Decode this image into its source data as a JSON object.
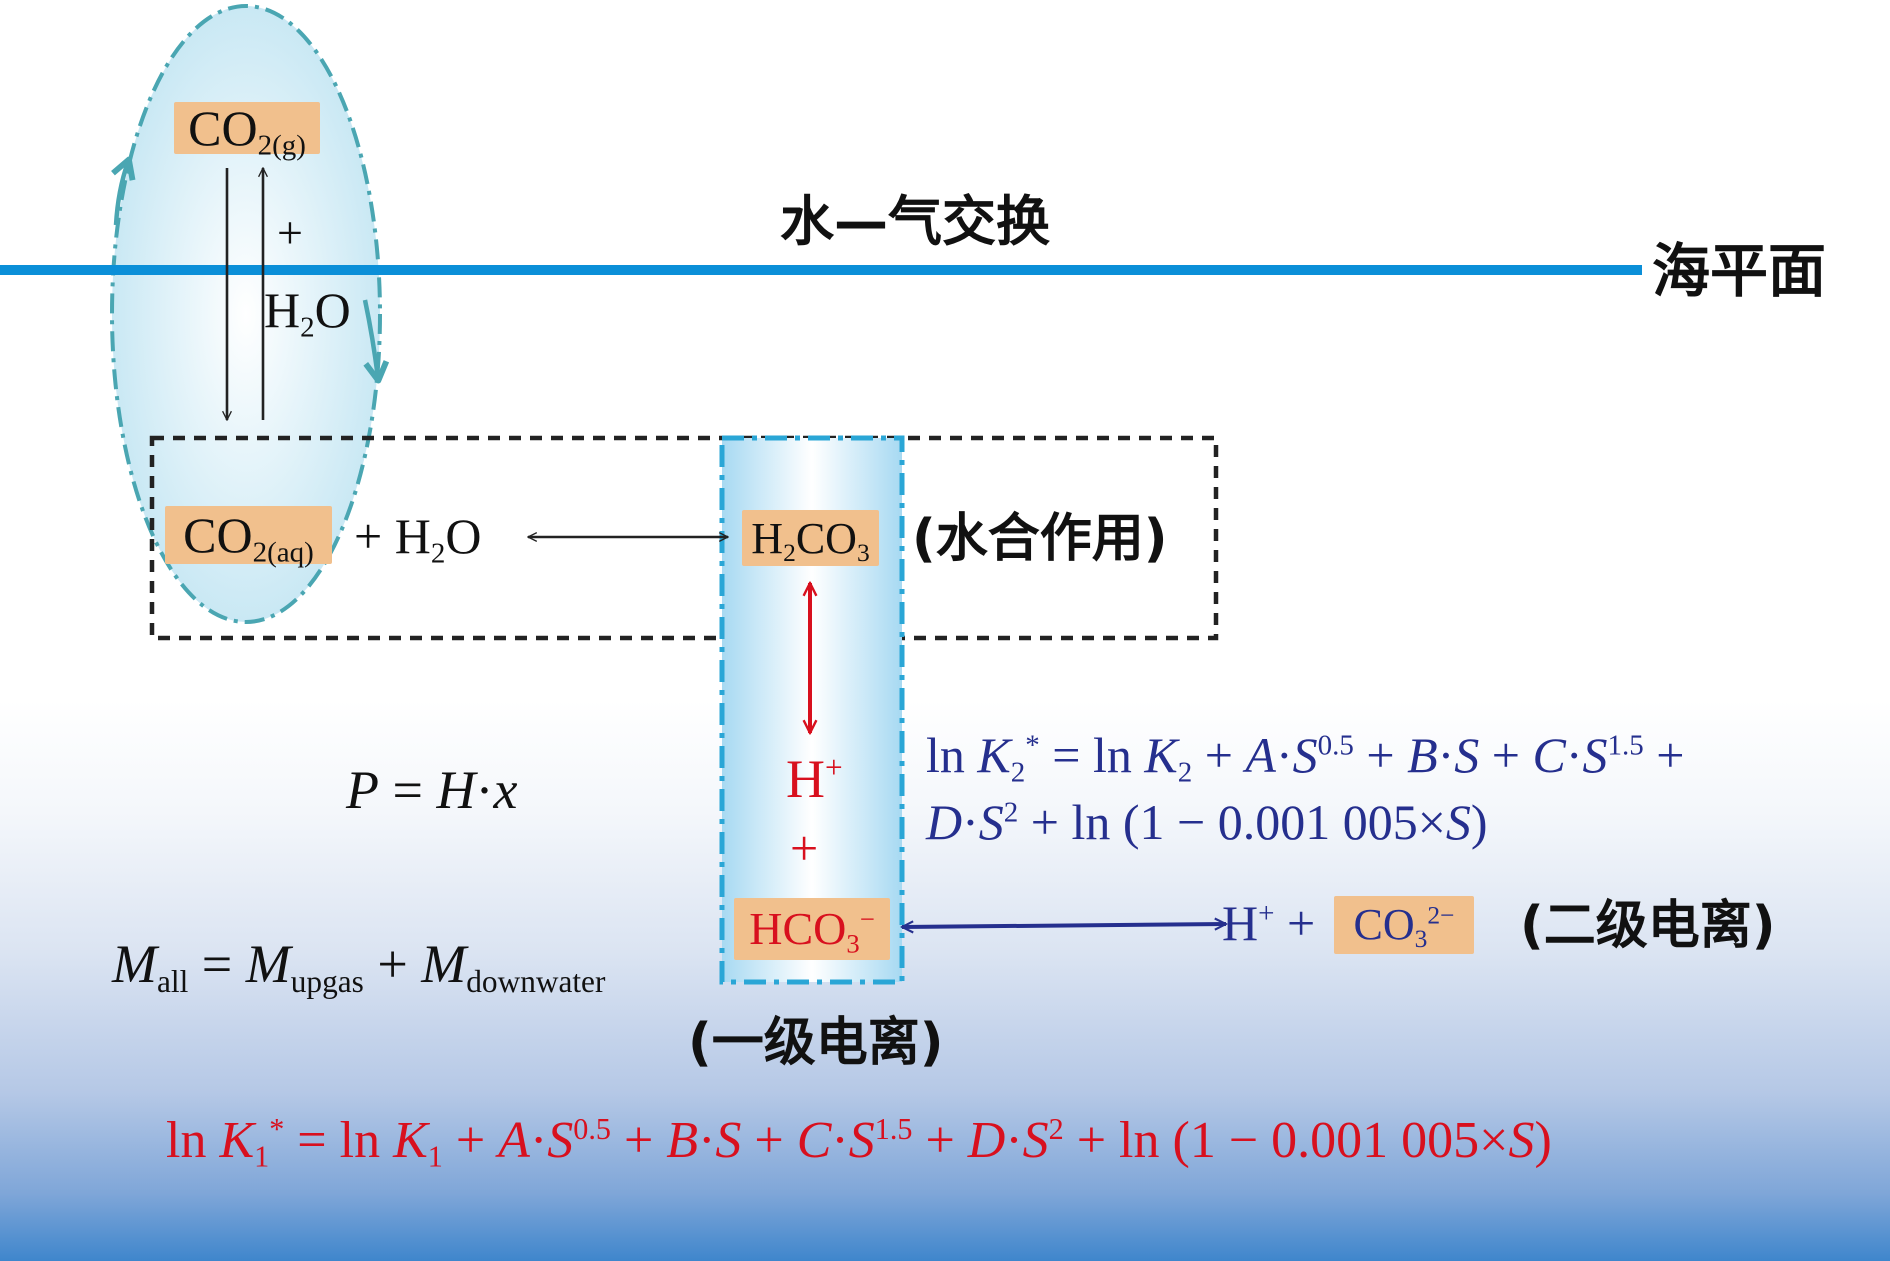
{
  "labels": {
    "water_air_exchange": "水—气交换",
    "sea_level": "海平面",
    "hydration": "(水合作用)",
    "first_ionization": "(一级电离)",
    "second_ionization": "(二级电离)"
  },
  "species": {
    "co2_gas": "CO2(g)",
    "co2_aq": "CO2(aq)",
    "h2o": "H2O",
    "h2co3": "H2CO3",
    "hco3": "HCO3−",
    "co3": "CO32−",
    "h_plus": "H+",
    "plus": "+"
  },
  "equations": {
    "henry": "P = H·x",
    "mass_balance": "Mall = Mupgas + Mdownwater",
    "k2": "ln K2* = ln K2 + A·S0.5 + B·S + C·S1.5 + D·S2 + ln (1 − 0.001 005×S)",
    "k1": "ln K1* = ln K1 + A·S0.5 + B·S + C·S1.5 + D·S2 + ln (1 − 0.001 005×S)"
  },
  "colors": {
    "sea_level_line": "#0b8fd8",
    "cycle_teal": "#4aa6b2",
    "label_box": "#f1c08d",
    "red_text": "#d8101e",
    "navy_text": "#252f8e",
    "column_border": "#2aa6d6"
  },
  "icons": [
    "cycle-arrow-icon",
    "double-arrow-icon"
  ]
}
